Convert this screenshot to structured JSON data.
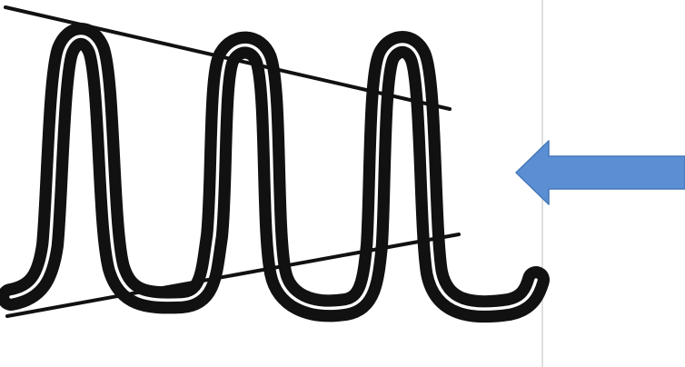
{
  "diagram": {
    "segments": [
      {
        "name": "body",
        "color": "#66dda6"
      },
      {
        "name": "top",
        "color": "#d8bd55"
      },
      {
        "name": "bottom",
        "color": "#f07078"
      }
    ],
    "outline_color": "#111111",
    "divider_color": "#c8c8c8",
    "arrow": {
      "direction": "left",
      "color": "#5b8fd4",
      "border_color": "#4677b8"
    }
  }
}
